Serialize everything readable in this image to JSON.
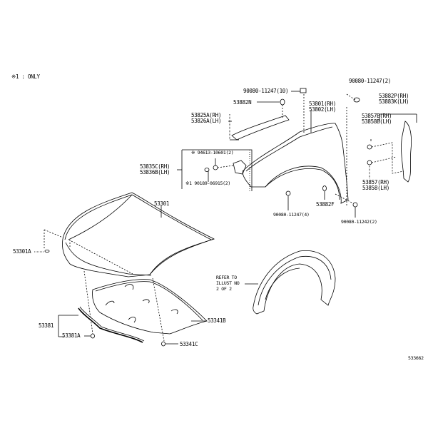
{
  "diagram": {
    "type": "exploded-parts-diagram",
    "note": "※1 : ONLY",
    "figure_code": "533662",
    "parts": [
      {
        "id": "90080-11247(10)",
        "label": "90080-11247(10)"
      },
      {
        "id": "90080-11247(2)_top",
        "label": "90080-11247(2)"
      },
      {
        "id": "53882N",
        "label": "53882N"
      },
      {
        "id": "53825A",
        "label": "53825A(RH)"
      },
      {
        "id": "53826A",
        "label": "53826A(LH)"
      },
      {
        "id": "53801",
        "label": "53801(RH)"
      },
      {
        "id": "53802",
        "label": "53802(LH)"
      },
      {
        "id": "53882P",
        "label": "53882P(RH)"
      },
      {
        "id": "53883K",
        "label": "53883K(LH)"
      },
      {
        "id": "53857B",
        "label": "53857B(RH)"
      },
      {
        "id": "53858B",
        "label": "53858B(LH)"
      },
      {
        "id": "53857",
        "label": "53857(RH)"
      },
      {
        "id": "53858",
        "label": "53858(LH)"
      },
      {
        "id": "53835C",
        "label": "53835C(RH)"
      },
      {
        "id": "53836B",
        "label": "53836B(LH)"
      },
      {
        "id": "94613-10601",
        "label": "※ 94613-10601(2)"
      },
      {
        "id": "90189-06915",
        "label": "※1 90189-06915(2)"
      },
      {
        "id": "90080-11247(4)",
        "label": "90080-11247(4)"
      },
      {
        "id": "53882F",
        "label": "53882F"
      },
      {
        "id": "90080-11242(2)",
        "label": "90080-11242(2)"
      },
      {
        "id": "53301",
        "label": "53301"
      },
      {
        "id": "53301A",
        "label": "53301A"
      },
      {
        "id": "53381",
        "label": "53381"
      },
      {
        "id": "53381A",
        "label": "53381A"
      },
      {
        "id": "53341B",
        "label": "53341B"
      },
      {
        "id": "53341C",
        "label": "53341C"
      }
    ],
    "reference_note": {
      "line1": "REFER TO",
      "line2": "ILLUST NO",
      "line3": "2 OF 2"
    }
  }
}
